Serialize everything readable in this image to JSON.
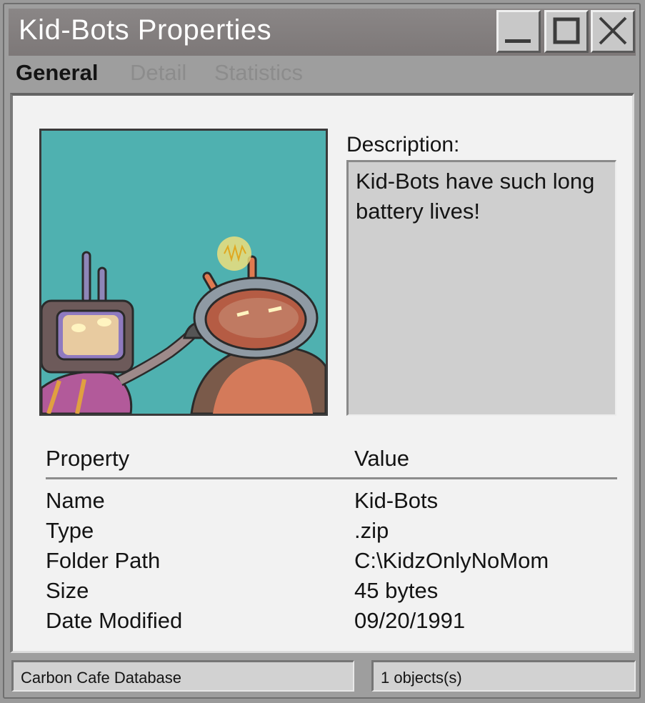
{
  "window": {
    "title": "Kid-Bots Properties",
    "controls": {
      "minimize_icon": "minimize-icon",
      "maximize_icon": "maximize-icon",
      "close_icon": "close-icon"
    }
  },
  "tabs": [
    {
      "label": "General",
      "active": true
    },
    {
      "label": "Detail",
      "active": false
    },
    {
      "label": "Statistics",
      "active": false
    }
  ],
  "general": {
    "image": {
      "description": "illustration of two robots with screen heads",
      "background_color": "#4fb1b0"
    },
    "description_label": "Description:",
    "description_text": "Kid-Bots have such long battery lives!",
    "table": {
      "header": {
        "property": "Property",
        "value": "Value"
      },
      "rows": [
        {
          "property": "Name",
          "value": "Kid-Bots"
        },
        {
          "property": "Type",
          "value": ".zip"
        },
        {
          "property": "Folder Path",
          "value": "C:\\KidzOnlyNoMom"
        },
        {
          "property": "Size",
          "value": "45 bytes"
        },
        {
          "property": "Date Modified",
          "value": "09/20/1991"
        }
      ]
    }
  },
  "statusbar": {
    "left": "Carbon Cafe Database",
    "right": "1 objects(s)"
  },
  "colors": {
    "titlebar": "#807b7b",
    "panel_bg": "#f2f2f2",
    "inactive_tab": "#8c8c8c",
    "text": "#141414"
  }
}
